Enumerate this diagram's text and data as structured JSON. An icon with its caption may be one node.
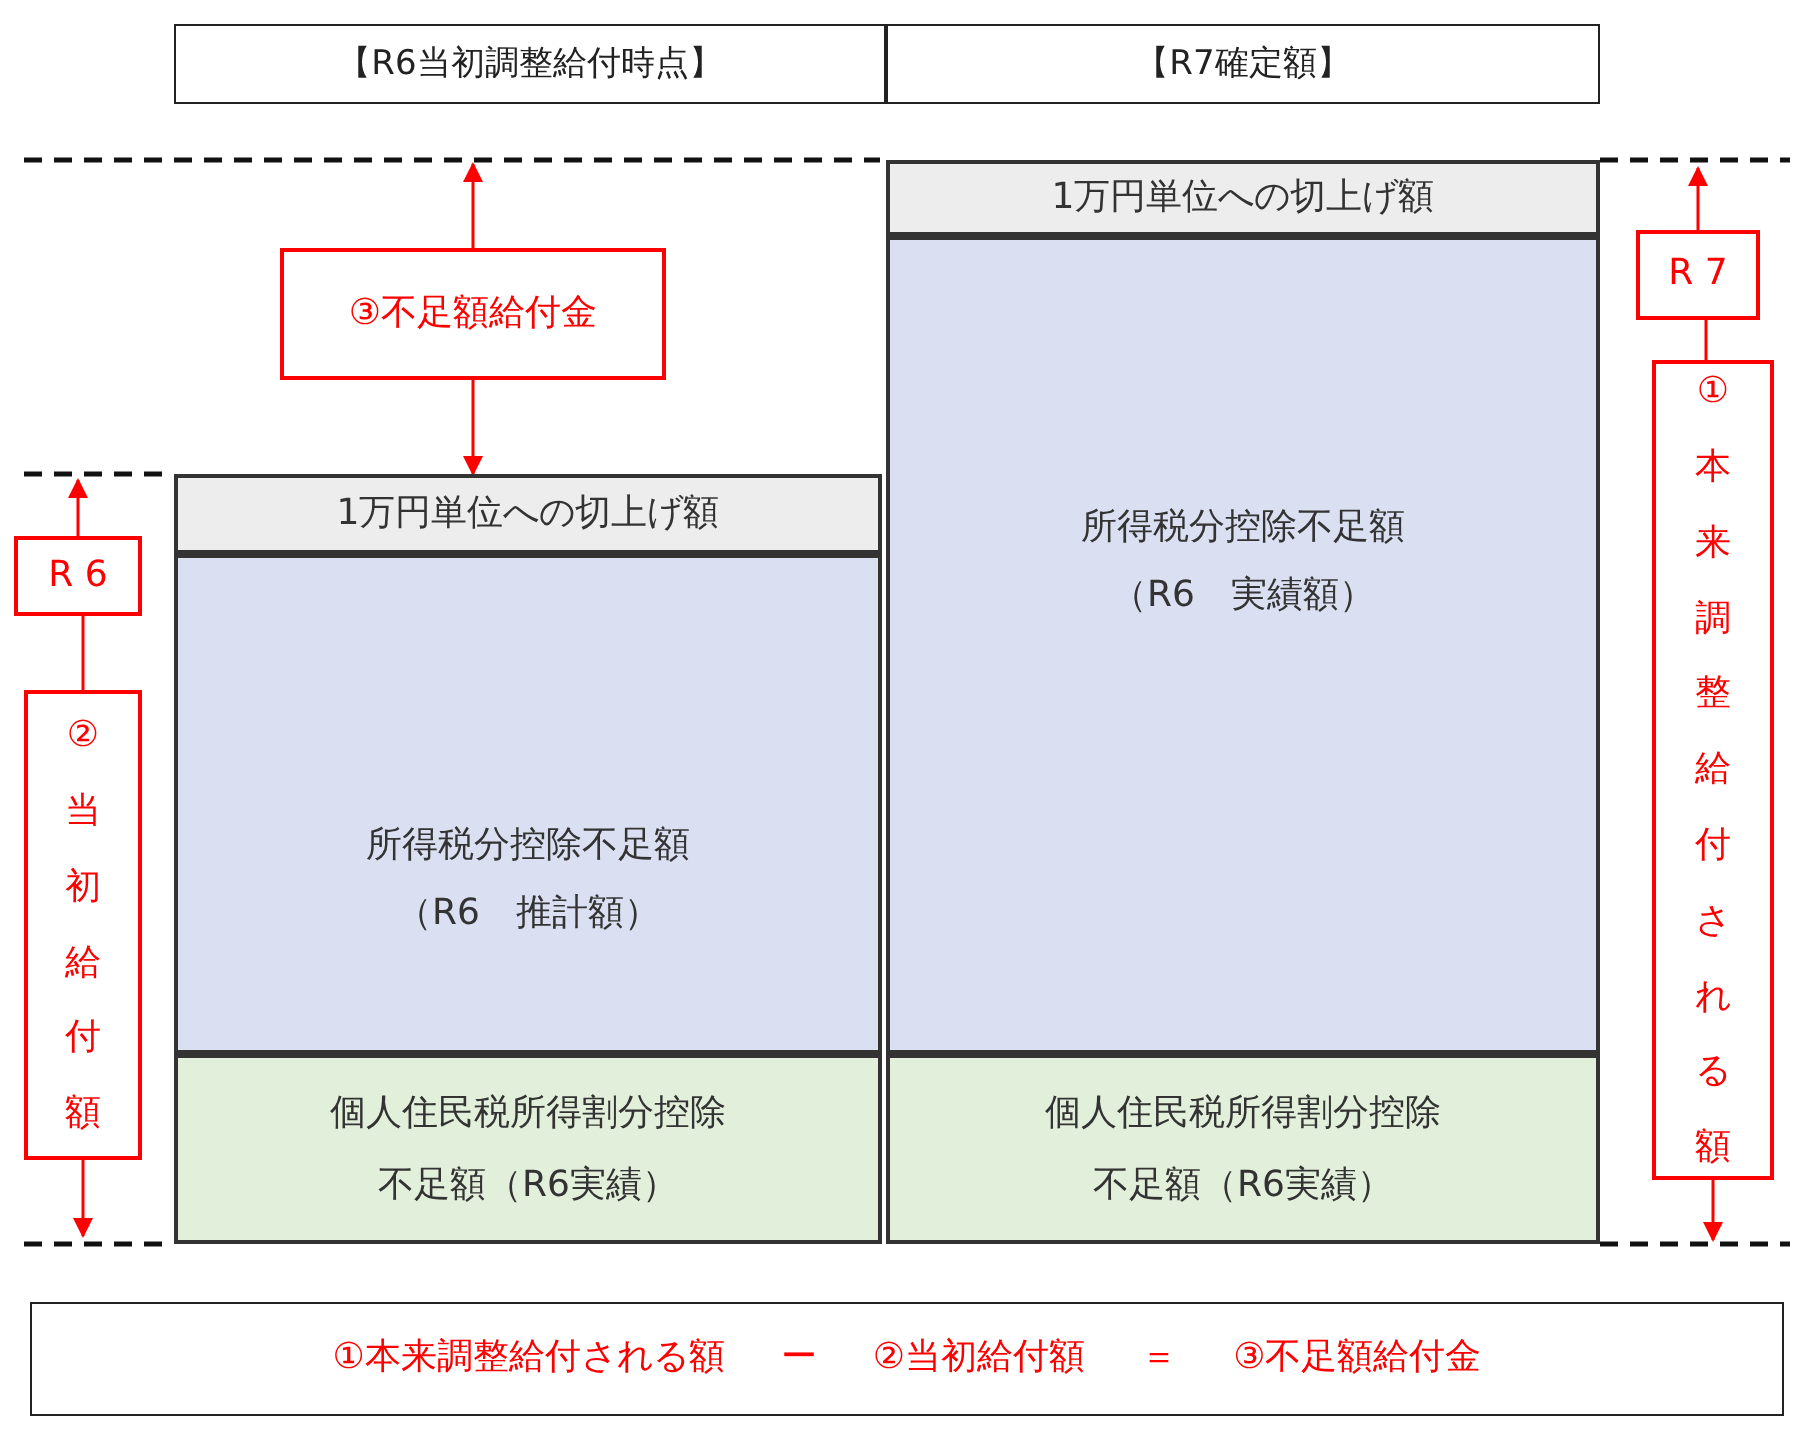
{
  "diagram": {
    "nodes": [
      {
        "text": [
          "【R6当初調整給付時点】"
        ]
      },
      {
        "text": [
          "【R7確定額】"
        ]
      },
      {
        "text": [
          "1万円単位への切上げ額"
        ]
      },
      {
        "text": [
          "所得税分控除不足額",
          "（R6　推計額）"
        ]
      },
      {
        "text": [
          "個人住民税所得割分控除不足額（R6実績）"
        ]
      },
      {
        "text": [
          "1万円単位への切上げ額"
        ]
      },
      {
        "text": [
          "所得税分控除不足額",
          "（R6　実績額）"
        ]
      },
      {
        "text": [
          "個人住民税所得割分控除不足額（R6実績）"
        ]
      },
      {
        "text": [
          "③不足額給付金"
        ]
      },
      {
        "text": [
          "R 6"
        ]
      },
      {
        "text": [
          "②当初給付額"
        ]
      },
      {
        "text": [
          "R 7"
        ]
      },
      {
        "text": [
          "①本来調整給付される額"
        ]
      },
      {
        "text": [
          "①本来調整給付される額",
          "ー",
          "②当初給付額",
          "＝",
          "③不足額給付金"
        ]
      }
    ],
    "edges": [
      {
        "from": 8,
        "to": null,
        "arrow": "to"
      },
      {
        "from": 8,
        "to": 2,
        "arrow": "to"
      },
      {
        "from": 9,
        "to": null,
        "arrow": "to"
      },
      {
        "from": 9,
        "to": 10,
        "arrow": "none"
      },
      {
        "from": 10,
        "to": null,
        "arrow": "to"
      },
      {
        "from": 11,
        "to": null,
        "arrow": "to"
      },
      {
        "from": 11,
        "to": 12,
        "arrow": "none"
      },
      {
        "from": 12,
        "to": null,
        "arrow": "to"
      }
    ]
  }
}
